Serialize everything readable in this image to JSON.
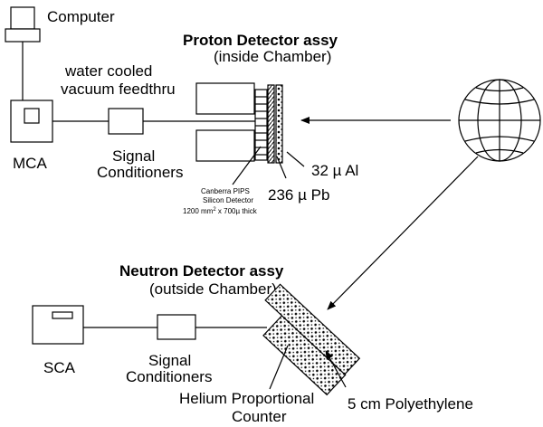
{
  "labels": {
    "computer": "Computer",
    "proton_title": "Proton Detector assy",
    "proton_sub": "(inside Chamber)",
    "water_1": "water cooled",
    "water_2": "vacuum feedthru",
    "mca": "MCA",
    "signal_top_1": "Signal",
    "signal_top_2": "Conditioners",
    "al": "32 µ Al",
    "pb": "236 µ Pb",
    "pips_1": "Canberra PIPS",
    "pips_2": "Silicon Detector",
    "pips_3a": "1200 mm",
    "pips_3sup": "2",
    "pips_3b": " x 700µ thick",
    "neutron_title": "Neutron Detector assy",
    "neutron_sub": "(outside Chamber)",
    "sca": "SCA",
    "signal_bot_1": "Signal",
    "signal_bot_2": "Conditioners",
    "helium_1": "Helium Proportional",
    "helium_2": "Counter",
    "poly": "5 cm Polyethylene"
  }
}
